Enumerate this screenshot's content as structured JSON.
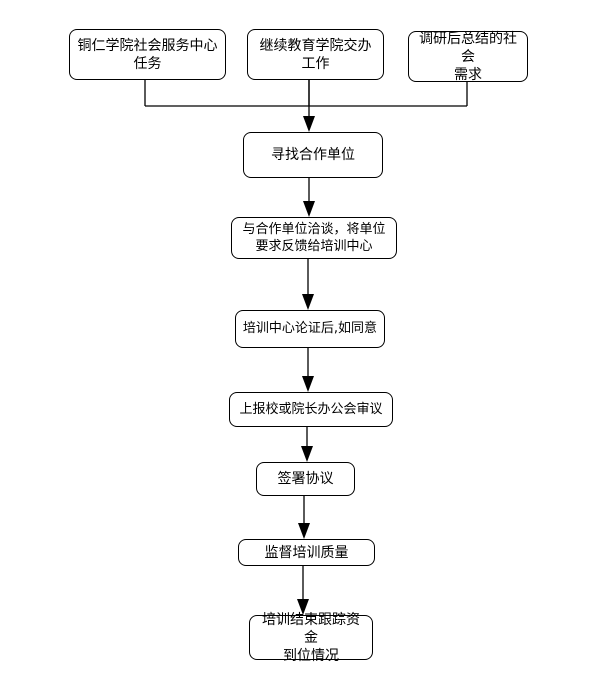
{
  "diagram": {
    "sources": [
      {
        "text": "铜仁学院社会服务中心\n任务"
      },
      {
        "text": "继续教育学院交办\n工作"
      },
      {
        "text": "调研后总结的社会\n需求"
      }
    ],
    "steps": [
      {
        "text": "寻找合作单位"
      },
      {
        "text": "与合作单位洽谈，将单位\n要求反馈给培训中心"
      },
      {
        "text": "培训中心论证后,如同意"
      },
      {
        "text": "上报校或院长办公会审议"
      },
      {
        "text": "签署协议"
      },
      {
        "text": "监督培训质量"
      },
      {
        "text": "培训结束跟踪资金\n到位情况"
      }
    ]
  }
}
